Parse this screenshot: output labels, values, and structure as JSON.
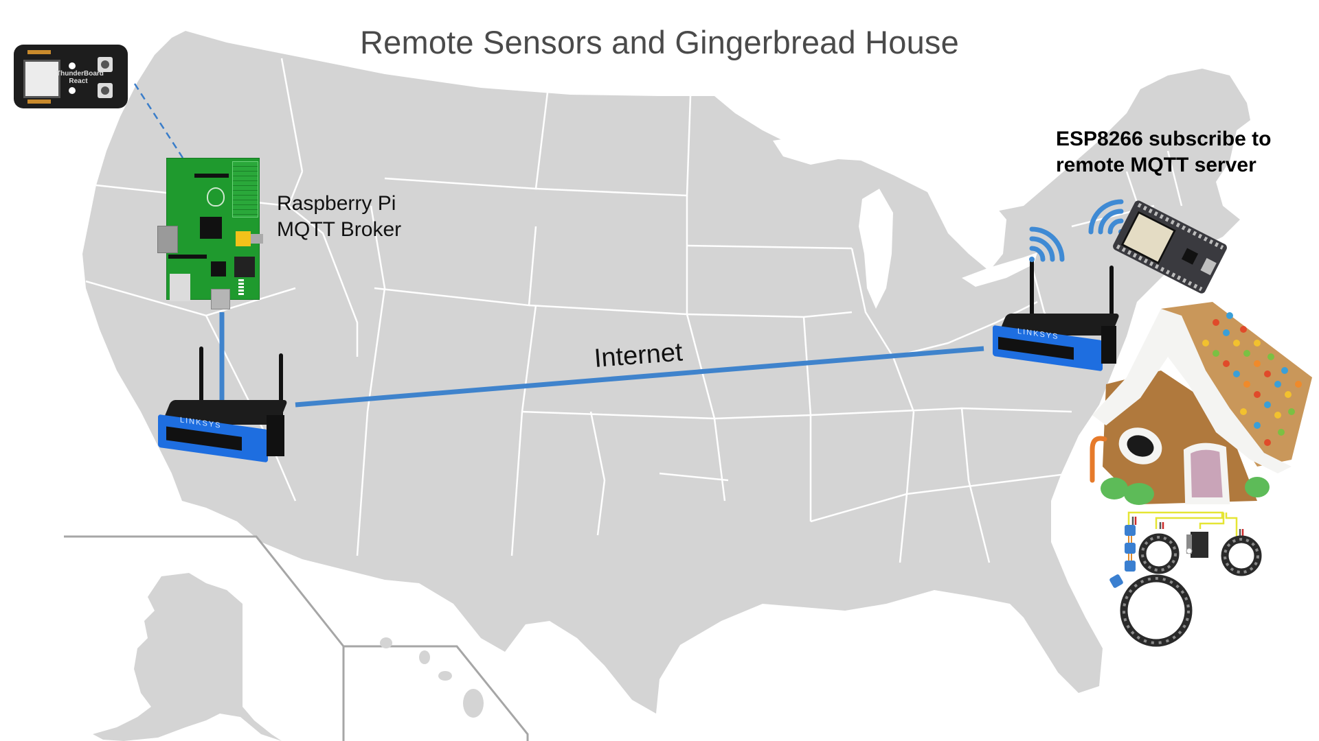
{
  "title": "Remote Sensors and Gingerbread House",
  "nodes": {
    "thunderboard": {
      "label_line1": "ThunderBoard",
      "label_line2": "React",
      "kind": "sensor-board"
    },
    "raspberry_pi": {
      "label_line1": "Raspberry Pi",
      "label_line2": "MQTT Broker",
      "kind": "broker"
    },
    "west_router": {
      "brand": "LINKSYS",
      "kind": "wifi-router"
    },
    "east_router": {
      "brand": "LINKSYS",
      "kind": "wifi-router"
    },
    "esp8266": {
      "label_line1": "ESP8266 subscribe to",
      "label_line2": "remote MQTT server",
      "kind": "microcontroller"
    },
    "gingerbread_house": {
      "kind": "photo"
    },
    "led_assembly": {
      "kind": "neopixel-rings-servo"
    }
  },
  "edges": [
    {
      "from": "thunderboard",
      "to": "raspberry_pi",
      "style": "dashed",
      "color": "#3a7dc9"
    },
    {
      "from": "raspberry_pi",
      "to": "west_router",
      "style": "solid",
      "color": "#3f83cc"
    },
    {
      "from": "west_router",
      "to": "east_router",
      "style": "solid",
      "color": "#3f83cc",
      "label": "Internet"
    },
    {
      "from": "east_router",
      "to": "esp8266",
      "style": "wireless",
      "color": "#3f8ad4"
    }
  ],
  "colors": {
    "map_fill": "#d4d4d4",
    "map_border": "#ffffff",
    "inset_border": "#a6a6a6",
    "link_blue": "#3f83cc",
    "wifi_blue": "#3f8ad4",
    "pcb_green": "#1f9a2e",
    "router_blue": "#1e6ee0",
    "router_black": "#1c1c1c"
  }
}
